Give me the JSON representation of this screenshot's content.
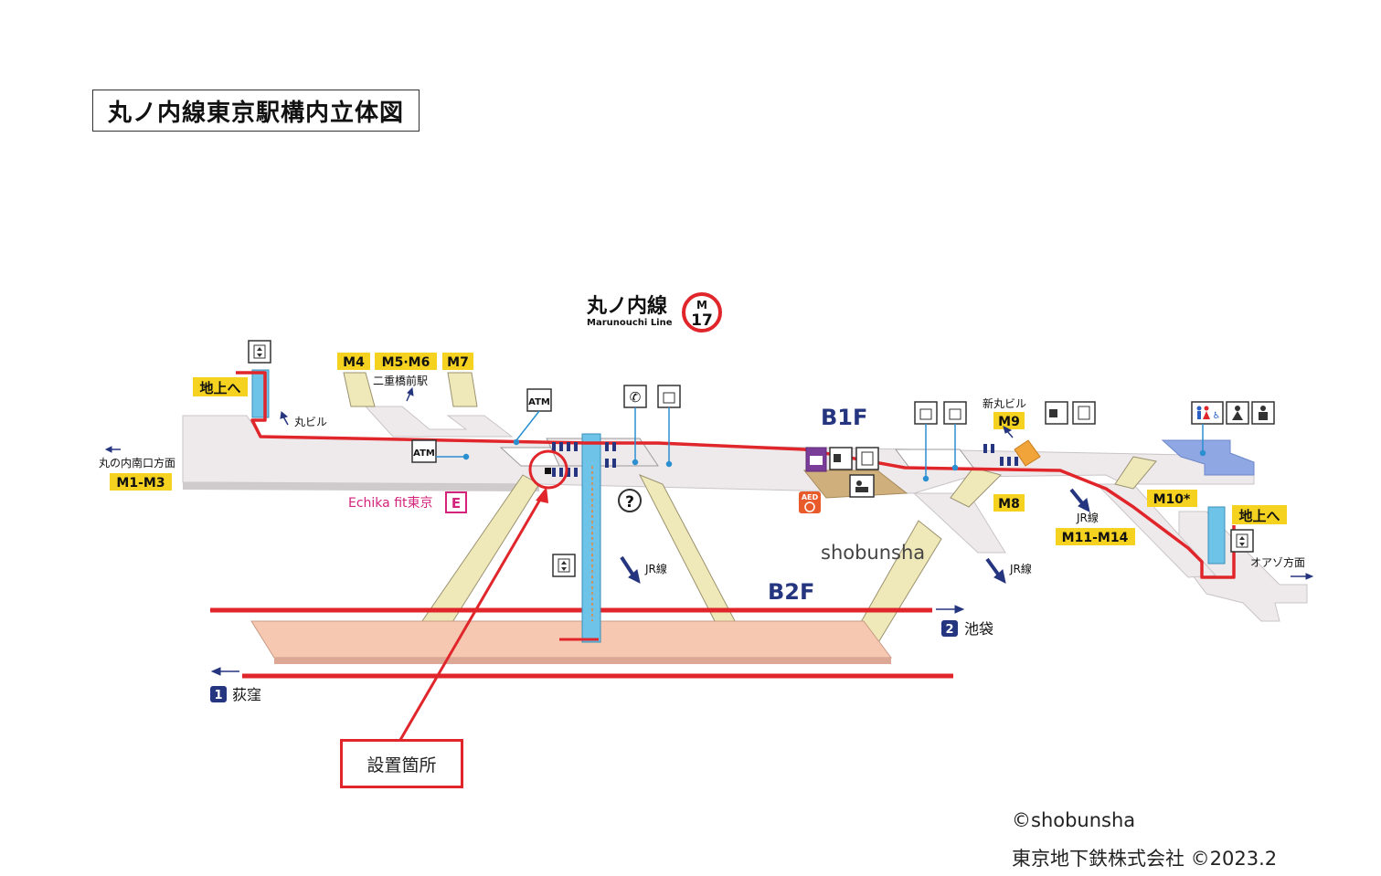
{
  "title": "丸ノ内線東京駅構内立体図",
  "line": {
    "name_ja": "丸ノ内線",
    "name_en": "Marunouchi Line",
    "badge_letter": "M",
    "badge_number": "17",
    "color": "#e0262b"
  },
  "floors": {
    "b1": "B1F",
    "b2": "B2F"
  },
  "exits": {
    "m4": "M4",
    "m5m6": "M5·M6",
    "m7": "M7",
    "m1m3": "M1-M3",
    "m8": "M8",
    "m9": "M9",
    "m10": "M10*",
    "m11m14": "M11-M14"
  },
  "labels": {
    "ground_left": "地上へ",
    "ground_right": "地上へ",
    "nijubashimae": "二重橋前駅",
    "maru_building": "丸ビル",
    "south_exit": "丸の内南口方面",
    "echika": "Echika fit東京",
    "echika_badge": "E",
    "shin_maru": "新丸ビル",
    "jr_line_1": "JR線",
    "jr_line_2": "JR線",
    "jr_line_3": "JR線",
    "oazo": "オアゾ方面",
    "ikebukuro": "池袋",
    "ikebukuro_num": "2",
    "ogikubo": "荻窪",
    "ogikubo_num": "1",
    "atm_1": "ATM",
    "atm_2": "ATM",
    "aed": "AED",
    "info": "?",
    "watermark": "shobunsha"
  },
  "callout": "設置箇所",
  "footer": {
    "copyright_1": "©shobunsha",
    "copyright_2": "東京地下鉄株式会社 ©2023.2"
  },
  "colors": {
    "route": "#e0262b",
    "exit_badge": "#f4d21f",
    "concourse": "#eeeaec",
    "platform": "#f6c8b2",
    "stairs": "#efe8b8",
    "elevator": "#6ec3e8",
    "arrow": "#25357f",
    "echika": "#d4237a",
    "office": "#cfb07c",
    "toilet_area": "#8fa7e3"
  }
}
